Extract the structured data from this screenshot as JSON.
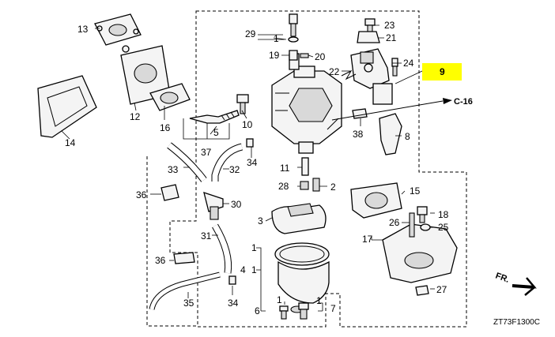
{
  "callouts": {
    "c1a": "1",
    "c1b": "1",
    "c1c": "1",
    "c1d": "1",
    "c1e": "1",
    "c2": "2",
    "c3": "3",
    "c4": "4",
    "c5": "5",
    "c6": "6",
    "c7": "7",
    "c8": "8",
    "c9": "9",
    "c10": "10",
    "c11": "11",
    "c12": "12",
    "c13": "13",
    "c14": "14",
    "c15": "15",
    "c16": "16",
    "c17": "17",
    "c18": "18",
    "c19": "19",
    "c20": "20",
    "c21": "21",
    "c22": "22",
    "c23": "23",
    "c24": "24",
    "c25": "25",
    "c26": "26",
    "c27": "27",
    "c28": "28",
    "c29": "29",
    "c30": "30",
    "c31": "31",
    "c32": "32",
    "c33": "33",
    "c34a": "34",
    "c34b": "34",
    "c35": "35",
    "c36a": "36",
    "c36b": "36",
    "c37": "37",
    "c38": "38"
  },
  "ref": "C-16",
  "fr": "FR.",
  "code": "ZT73F1300C",
  "colors": {
    "highlight": "#ffff00",
    "ink": "#000000"
  }
}
